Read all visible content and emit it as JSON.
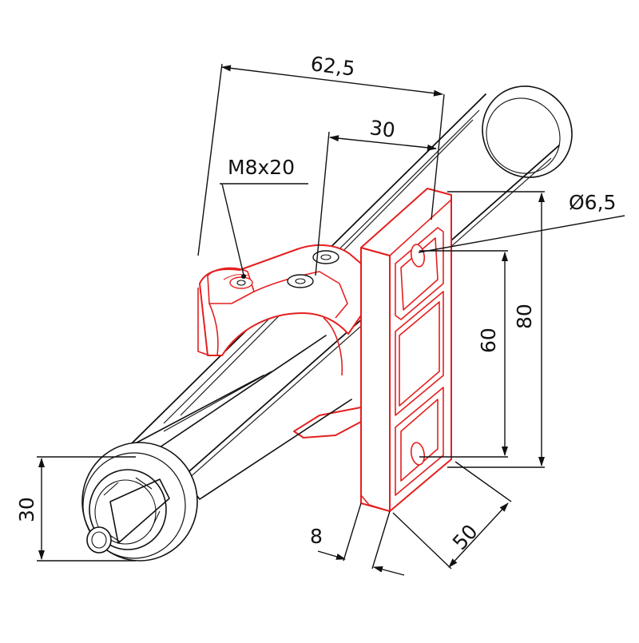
{
  "drawing": {
    "accent_color": "#e51f1f",
    "line_color": "#111111",
    "labels": {
      "overall_length": "62,5",
      "clamp_offset": "30",
      "screw": "M8x20",
      "hole_diameter": "Ø6,5",
      "plate_height": "80",
      "hole_spacing": "60",
      "tube_diameter": "30",
      "plate_thickness": "8",
      "plate_width": "50"
    }
  }
}
